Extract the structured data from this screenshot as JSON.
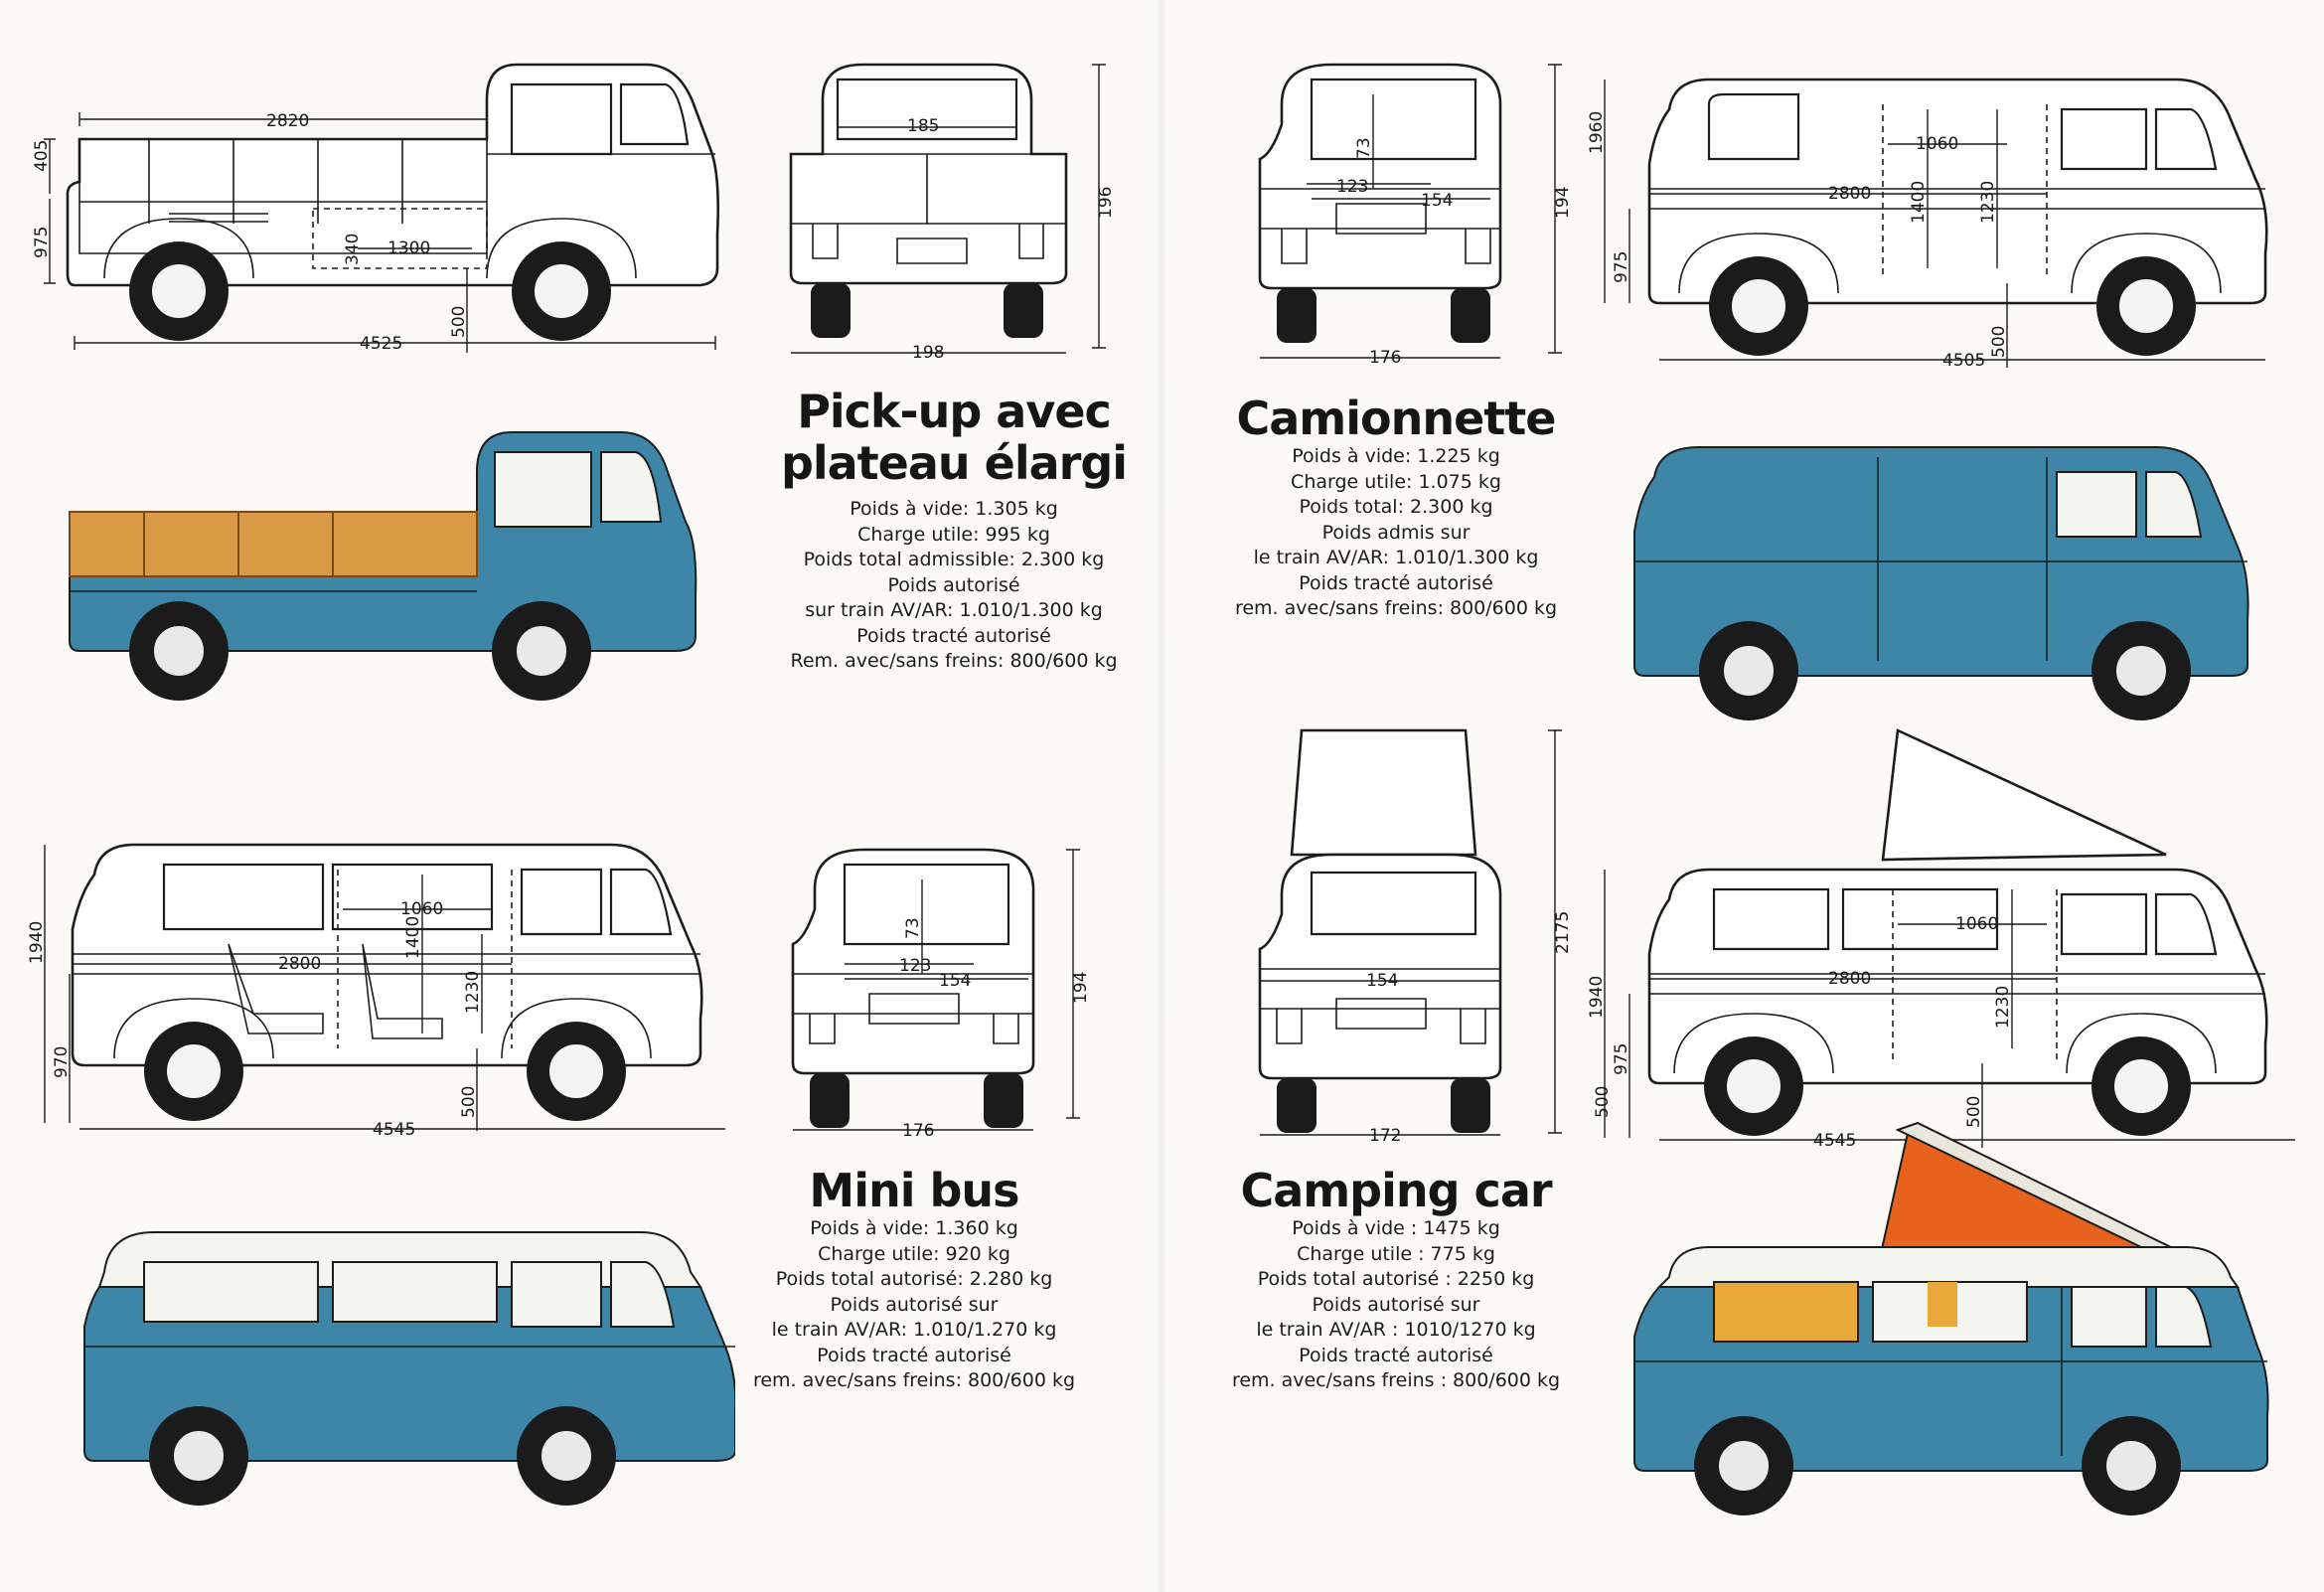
{
  "colors": {
    "body_blue": "#3d86a8",
    "roof_white": "#f5f5f0",
    "wood": "#d89a45",
    "tent_orange": "#e7621c",
    "curtain": "#e8a93a"
  },
  "pickup": {
    "title_line1": "Pick-up avec",
    "title_line2": "plateau élargi",
    "specs": [
      "Poids à vide: 1.305 kg",
      "Charge utile: 995 kg",
      "Poids total admissible: 2.300 kg",
      "Poids autorisé",
      "sur train AV/AR: 1.010/1.300 kg",
      "Poids tracté autorisé",
      "Rem. avec/sans freins: 800/600 kg"
    ],
    "side_dims": {
      "bed_length": "2820",
      "bed_height": "405",
      "sill_height": "975",
      "box_width": "1300",
      "box_height": "340",
      "ground": "500",
      "length": "4525"
    },
    "rear_dims": {
      "bed_width": "185",
      "height": "196",
      "width": "198"
    }
  },
  "van": {
    "title": "Camionnette",
    "specs": [
      "Poids à vide: 1.225 kg",
      "Charge utile: 1.075 kg",
      "Poids total: 2.300 kg",
      "Poids admis sur",
      "le train AV/AR: 1.010/1.300 kg",
      "Poids tracté autorisé",
      "rem. avec/sans freins: 800/600 kg"
    ],
    "rear_dims": {
      "window_height": "73",
      "inner_width": "123",
      "door_width": "154",
      "height": "194",
      "width": "176"
    },
    "side_dims": {
      "height": "1960",
      "sill_height": "975",
      "door_width": "1060",
      "cargo_length": "2800",
      "inner_height": "1400",
      "door_height": "1230",
      "ground": "500",
      "length": "4505"
    }
  },
  "minibus": {
    "title": "Mini bus",
    "specs": [
      "Poids à vide: 1.360 kg",
      "Charge utile: 920 kg",
      "Poids total autorisé: 2.280 kg",
      "Poids autorisé sur",
      "le train AV/AR: 1.010/1.270 kg",
      "Poids tracté autorisé",
      "rem. avec/sans freins: 800/600 kg"
    ],
    "side_dims": {
      "height": "1940",
      "sill_height": "970",
      "door_width": "1060",
      "cabin_length": "2800",
      "inner_height": "1400",
      "door_height": "1230",
      "ground": "500",
      "length": "4545"
    },
    "rear_dims": {
      "window_height": "73",
      "inner_width": "123",
      "door_width": "154",
      "height": "194",
      "width": "176"
    }
  },
  "camper": {
    "title": "Camping car",
    "specs": [
      "Poids à vide : 1475 kg",
      "Charge utile : 775 kg",
      "Poids total autorisé : 2250 kg",
      "Poids autorisé sur",
      "le train AV/AR : 1010/1270 kg",
      "Poids tracté autorisé",
      "rem. avec/sans freins : 800/600 kg"
    ],
    "rear_dims": {
      "door_width": "154",
      "height": "2175",
      "width": "172"
    },
    "side_dims": {
      "height": "1940",
      "sill_height": "975",
      "door_width": "1060",
      "cabin_length": "2800",
      "door_height": "1230",
      "ground": "500",
      "length": "4545"
    }
  }
}
